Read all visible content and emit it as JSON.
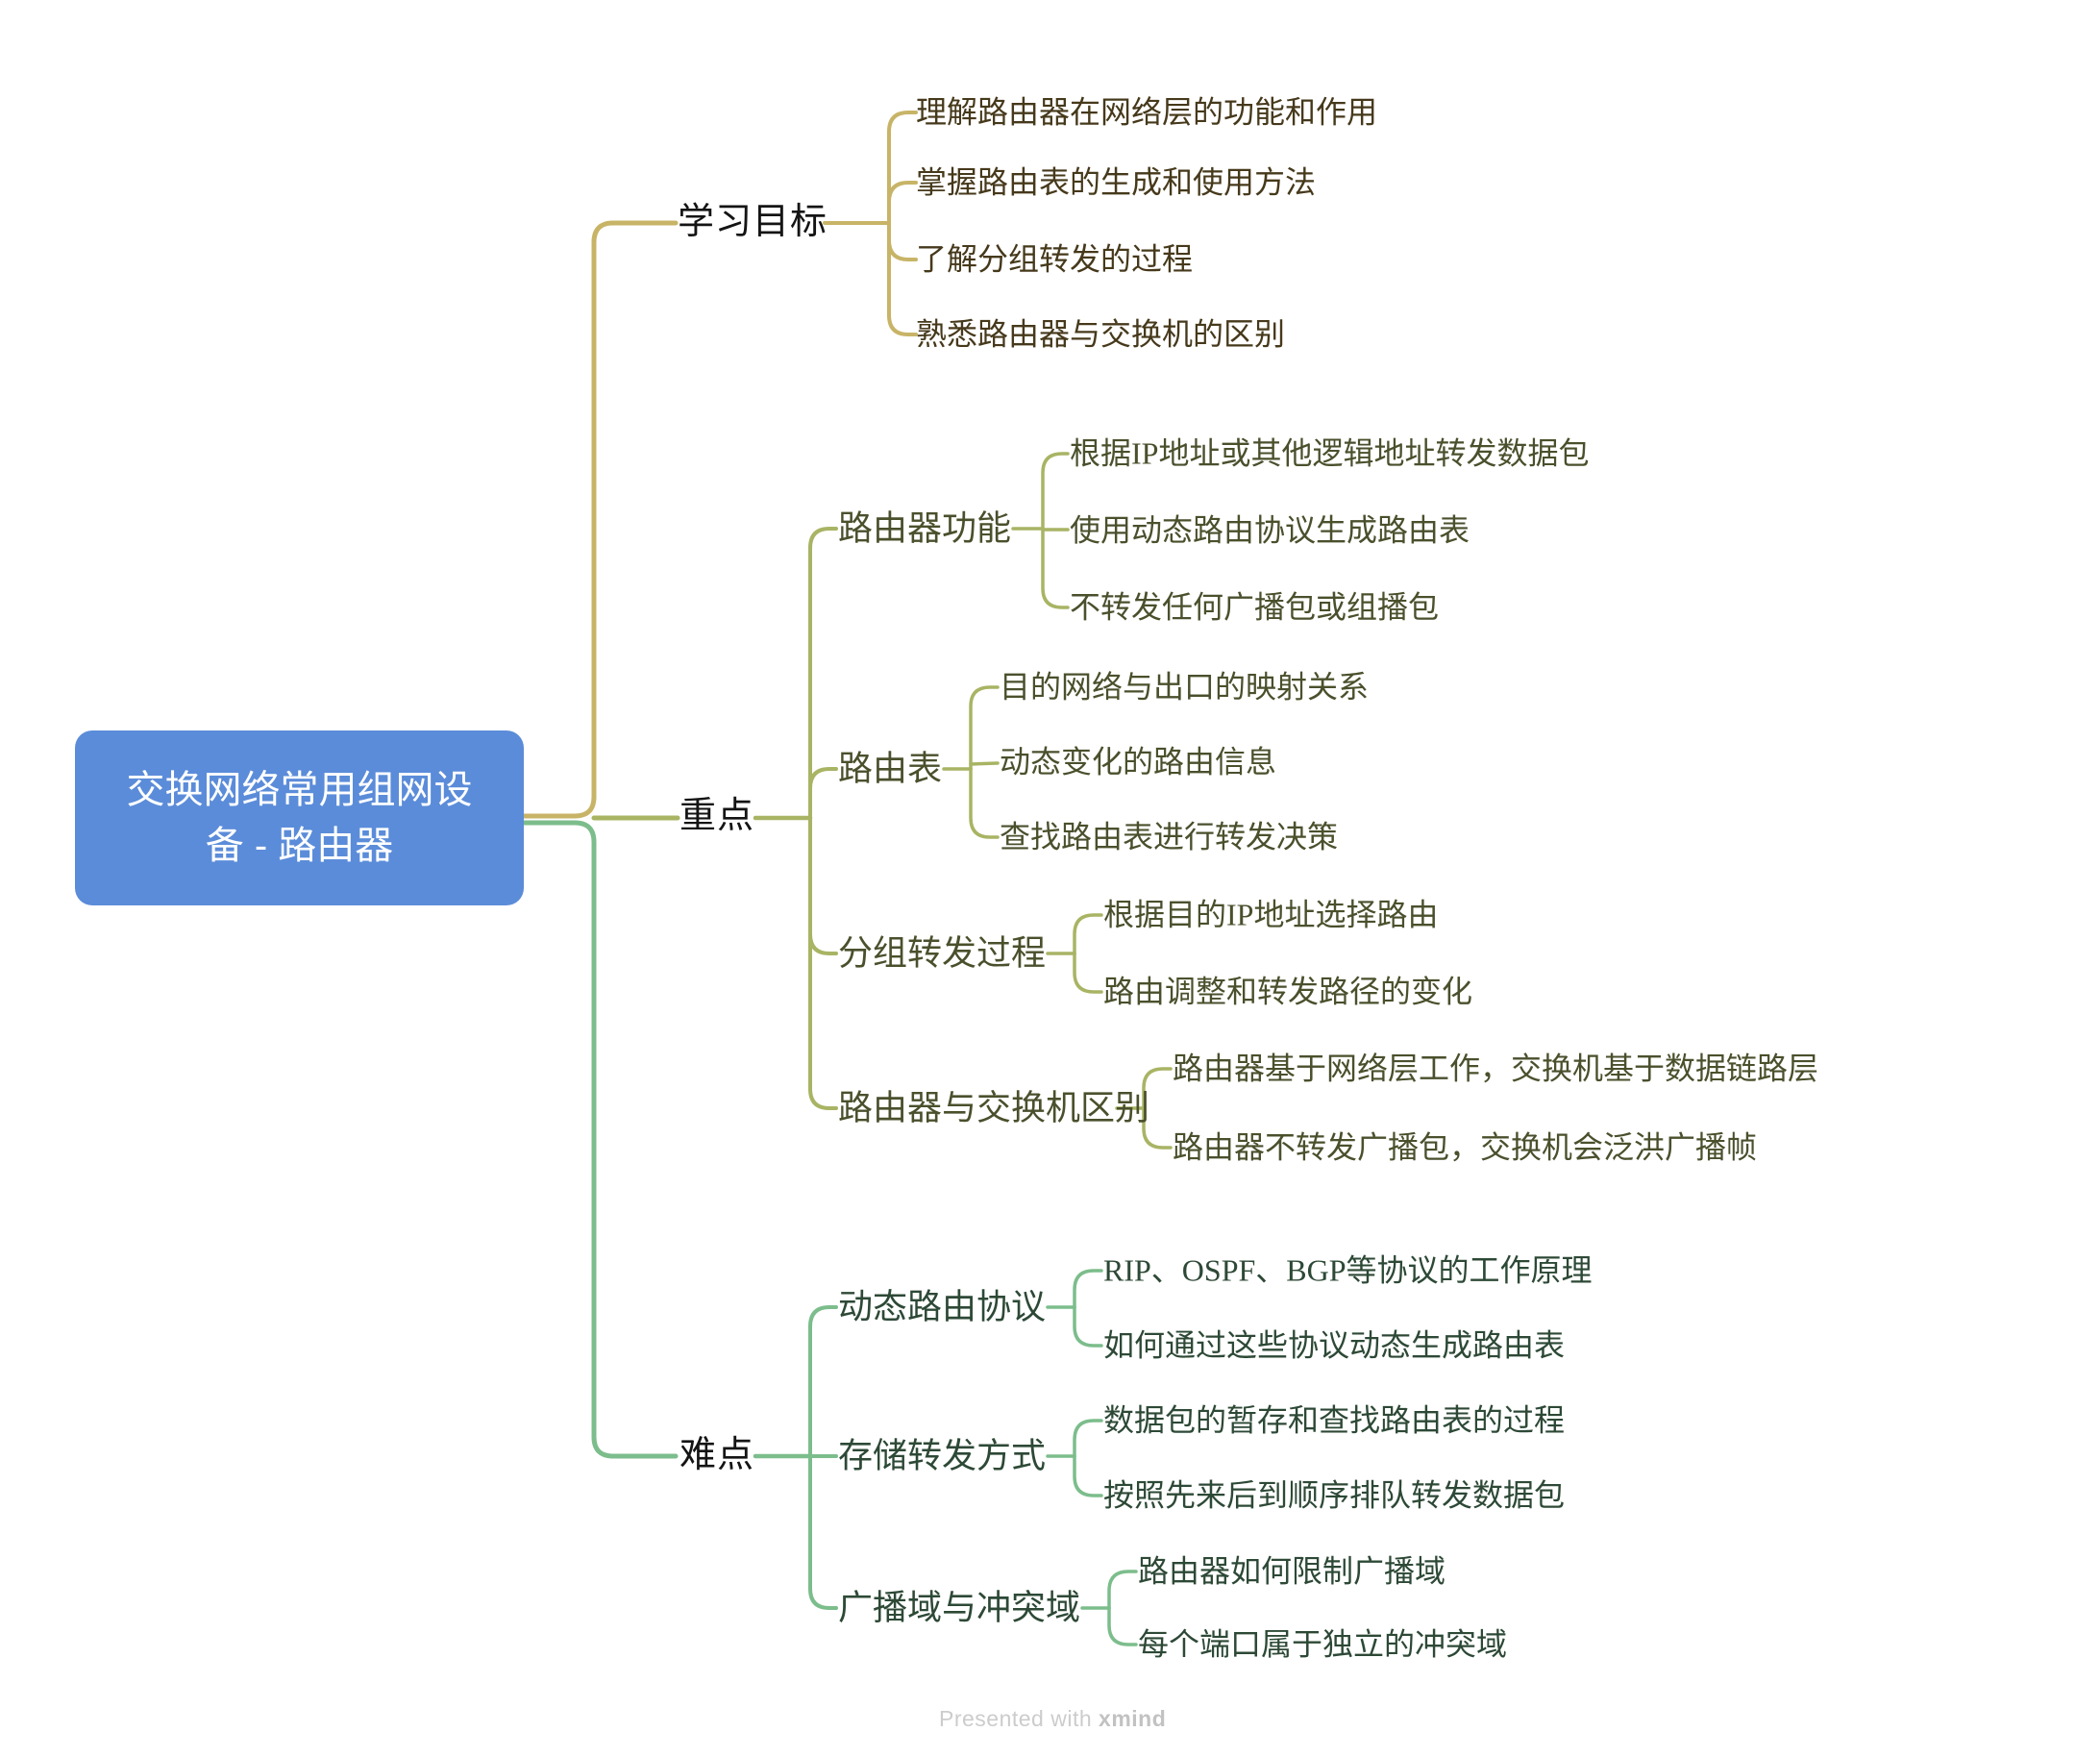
{
  "root": {
    "label": "交换网络常用组网设备 - 路由器"
  },
  "branches": [
    {
      "id": "goal",
      "label": "学习目标",
      "children": [
        {
          "label": "理解路由器在网络层的功能和作用"
        },
        {
          "label": "掌握路由表的生成和使用方法"
        },
        {
          "label": "了解分组转发的过程"
        },
        {
          "label": "熟悉路由器与交换机的区别"
        }
      ]
    },
    {
      "id": "key",
      "label": "重点",
      "children": [
        {
          "label": "路由器功能",
          "children": [
            {
              "label": "根据IP地址或其他逻辑地址转发数据包"
            },
            {
              "label": "使用动态路由协议生成路由表"
            },
            {
              "label": "不转发任何广播包或组播包"
            }
          ]
        },
        {
          "label": "路由表",
          "children": [
            {
              "label": "目的网络与出口的映射关系"
            },
            {
              "label": "动态变化的路由信息"
            },
            {
              "label": "查找路由表进行转发决策"
            }
          ]
        },
        {
          "label": "分组转发过程",
          "children": [
            {
              "label": "根据目的IP地址选择路由"
            },
            {
              "label": "路由调整和转发路径的变化"
            }
          ]
        },
        {
          "label": "路由器与交换机区别",
          "children": [
            {
              "label": "路由器基于网络层工作，交换机基于数据链路层"
            },
            {
              "label": "路由器不转发广播包，交换机会泛洪广播帧"
            }
          ]
        }
      ]
    },
    {
      "id": "hard",
      "label": "难点",
      "children": [
        {
          "label": "动态路由协议",
          "children": [
            {
              "label": "RIP、OSPF、BGP等协议的工作原理"
            },
            {
              "label": "如何通过这些协议动态生成路由表"
            }
          ]
        },
        {
          "label": "存储转发方式",
          "children": [
            {
              "label": "数据包的暂存和查找路由表的过程"
            },
            {
              "label": "按照先来后到顺序排队转发数据包"
            }
          ]
        },
        {
          "label": "广播域与冲突域",
          "children": [
            {
              "label": "路由器如何限制广播域"
            },
            {
              "label": "每个端口属于独立的冲突域"
            }
          ]
        }
      ]
    }
  ],
  "footer": {
    "prefix": "Presented with",
    "brand": "xmind"
  },
  "colors": {
    "root_fill": "#5b8cd9",
    "root_text": "#ffffff",
    "goal_branch_line": "#c8b467",
    "key_branch_line": "#a9b464",
    "hard_branch_line": "#7cbd8c",
    "goal_text": "#46391b",
    "key_text": "#4a502c",
    "hard_text": "#2d4936",
    "level1_text": "#141414",
    "footer_text": "#cccccc"
  }
}
